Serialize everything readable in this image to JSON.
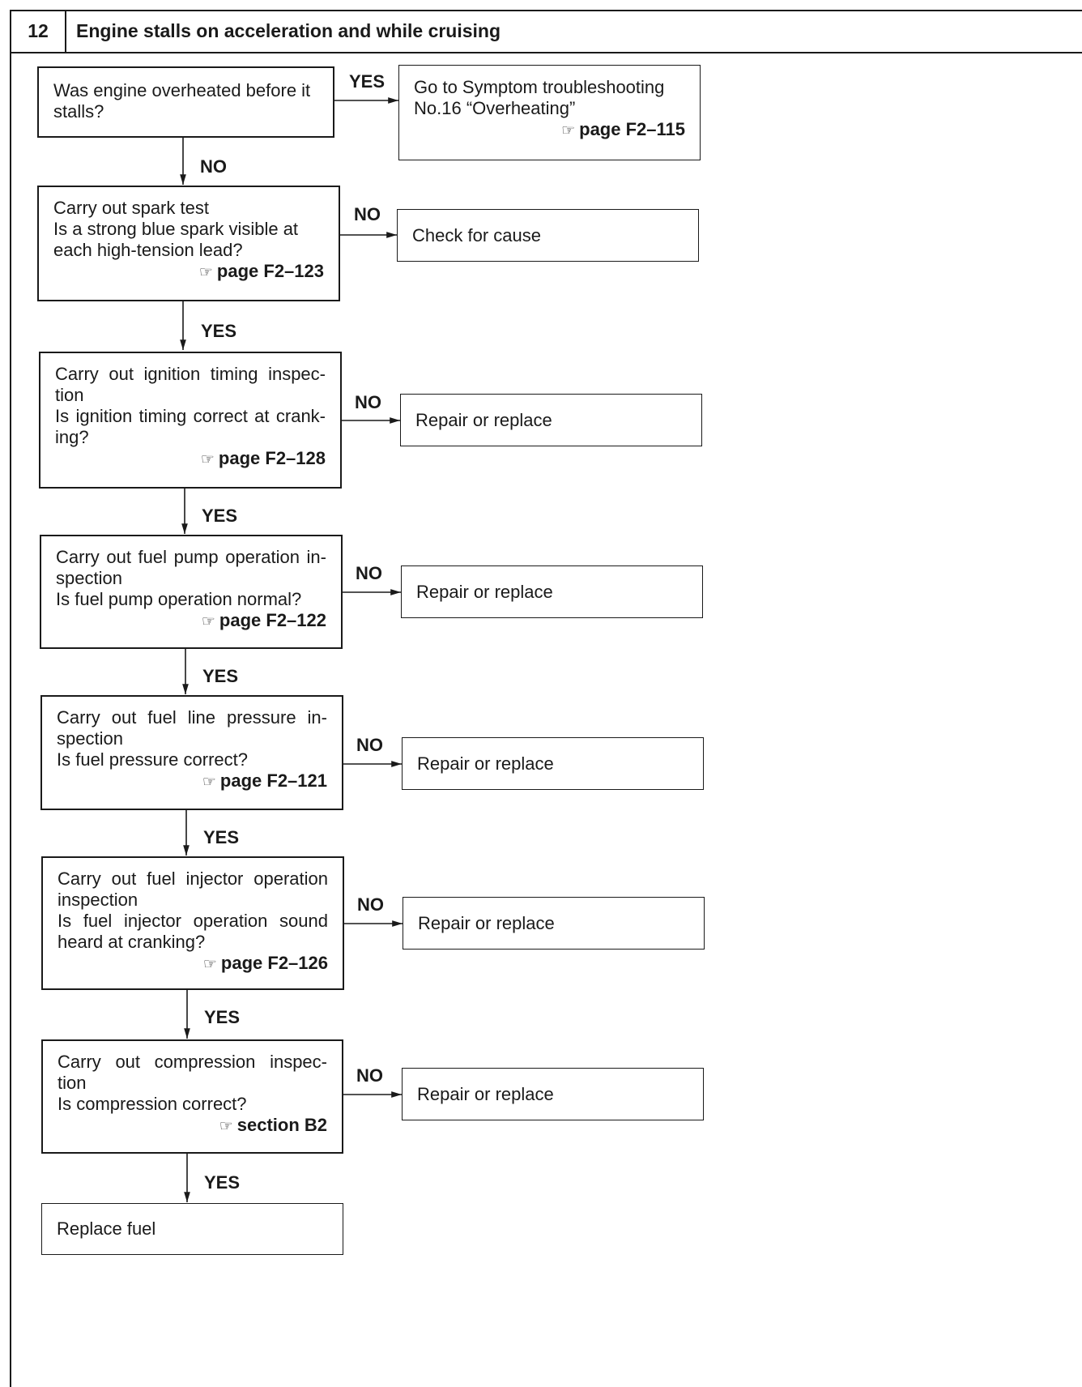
{
  "header": {
    "number": "12",
    "title": "Engine stalls on acceleration and while cruising"
  },
  "flow": {
    "step1": {
      "question": "Was engine overheated before it stalls?",
      "yes_label": "YES",
      "yes_result": {
        "text_line1": "Go to Symptom troubleshooting",
        "text_line2": "No.16 “Overheating”",
        "ref": "page F2–115"
      },
      "no_label": "NO"
    },
    "step2": {
      "line1": "Carry out spark test",
      "line2": "Is a strong blue spark visible at each high-tension lead?",
      "ref": "page F2–123",
      "no_label": "NO",
      "no_result": "Check for cause",
      "yes_label": "YES"
    },
    "step3": {
      "line1": "Carry out ignition timing inspec-tion",
      "line2": "Is ignition timing correct at crank-ing?",
      "ref": "page F2–128",
      "no_label": "NO",
      "no_result": "Repair or replace",
      "yes_label": "YES"
    },
    "step4": {
      "line1": "Carry out fuel pump operation in-spection",
      "line2": "Is fuel pump operation normal?",
      "ref": "page F2–122",
      "no_label": "NO",
      "no_result": "Repair or replace",
      "yes_label": "YES"
    },
    "step5": {
      "line1": "Carry out fuel line pressure in-spection",
      "line2": "Is fuel pressure correct?",
      "ref": "page F2–121",
      "no_label": "NO",
      "no_result": "Repair or replace",
      "yes_label": "YES"
    },
    "step6": {
      "line1": "Carry out fuel injector operation inspection",
      "line2": "Is fuel injector operation sound heard at cranking?",
      "ref": "page F2–126",
      "no_label": "NO",
      "no_result": "Repair or replace",
      "yes_label": "YES"
    },
    "step7": {
      "line1": "Carry out compression inspec-tion",
      "line2": "Is compression correct?",
      "ref": "section B2",
      "no_label": "NO",
      "no_result": "Repair or replace",
      "yes_label": "YES"
    },
    "final": "Replace fuel"
  },
  "icons": {
    "reference": "pointing-hand-icon"
  }
}
